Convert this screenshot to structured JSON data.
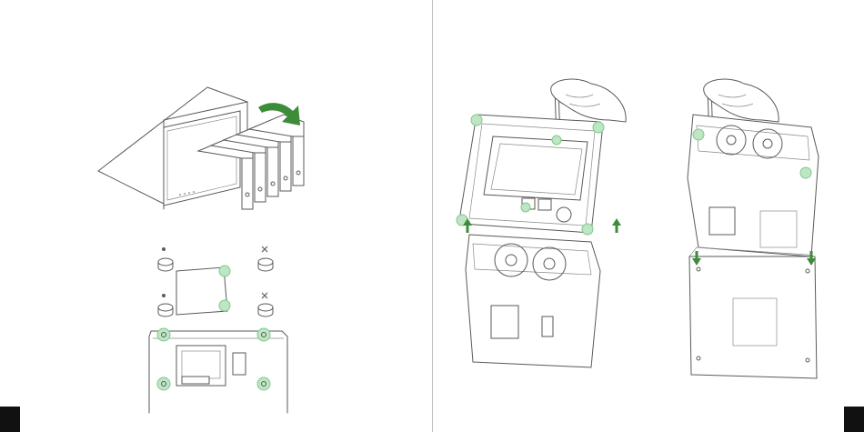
{
  "document": {
    "type": "instruction-manual-spread",
    "pages": [
      "left",
      "right"
    ]
  },
  "colors": {
    "accent_arrow": "#3d8c3a",
    "highlight_fill": "#bfe6c4",
    "highlight_stroke": "#7ec98a",
    "line_art": "#5a5a5a",
    "page_tab": "#111111"
  },
  "illustrations": {
    "left_top": "drive-bays-door-open",
    "left_bottom": "rubber-feet-and-screws-bottom-panel",
    "right_middle": "remove-top-cover-with-screwdriver",
    "right_right": "lift-chassis-out-of-case"
  }
}
